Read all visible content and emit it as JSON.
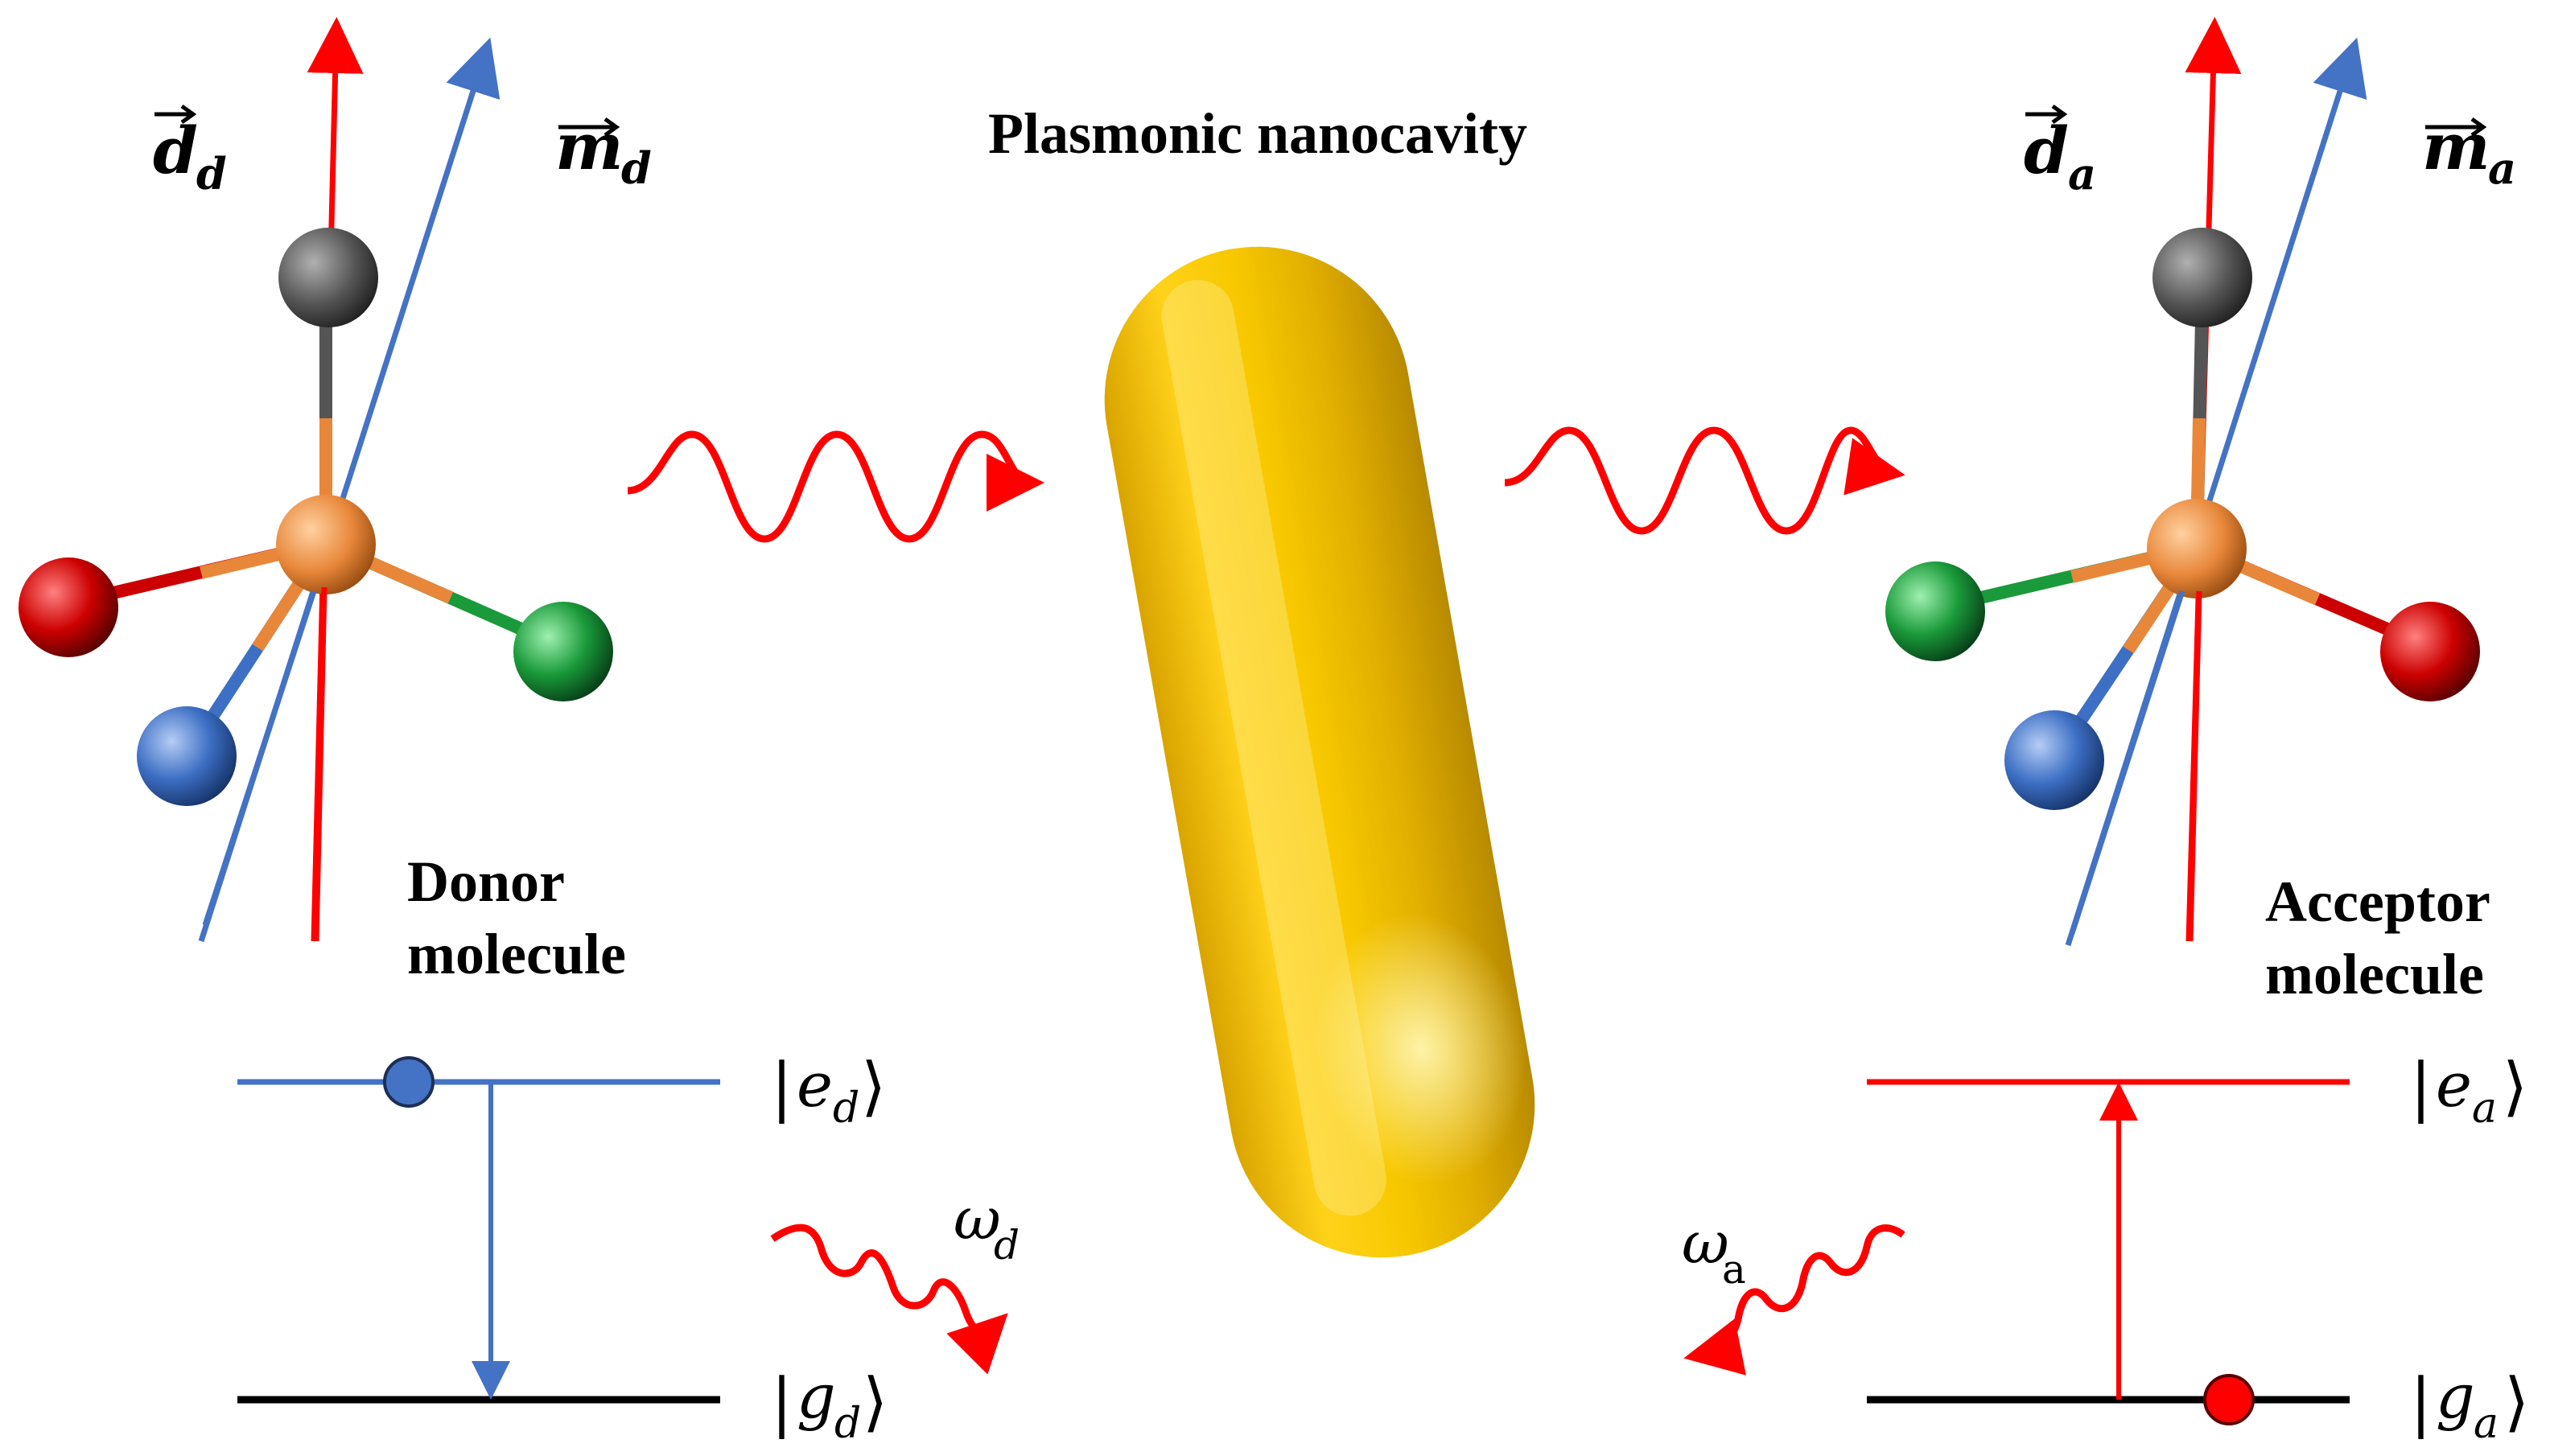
{
  "title": "Plasmonic nanocavity",
  "donor": {
    "label_line1": "Donor",
    "label_line2": "molecule",
    "electric_dipole": {
      "symbol": "d",
      "sub": "d"
    },
    "magnetic_dipole": {
      "symbol": "m",
      "sub": "d"
    },
    "excited_state": {
      "symbol": "e",
      "sub": "d"
    },
    "ground_state": {
      "symbol": "g",
      "sub": "d"
    },
    "emission": {
      "symbol": "ω",
      "sub": "d"
    }
  },
  "acceptor": {
    "label_line1": "Acceptor",
    "label_line2": "molecule",
    "electric_dipole": {
      "symbol": "d",
      "sub": "a"
    },
    "magnetic_dipole": {
      "symbol": "m",
      "sub": "a"
    },
    "excited_state": {
      "symbol": "e",
      "sub": "a"
    },
    "ground_state": {
      "symbol": "g",
      "sub": "a"
    },
    "absorption": {
      "symbol": "ω",
      "sub": "a"
    }
  },
  "colors": {
    "electric_dipole": "#ff0000",
    "magnetic_dipole": "#4472c4",
    "nanorod": "#f5c400",
    "atom_center": "#e8873a",
    "atom_top": "#555555",
    "atom_red": "#cc0000",
    "atom_green": "#1a9a3a",
    "atom_blue": "#3d6fc4",
    "photon": "#ff0000",
    "ground_level": "#000000"
  }
}
